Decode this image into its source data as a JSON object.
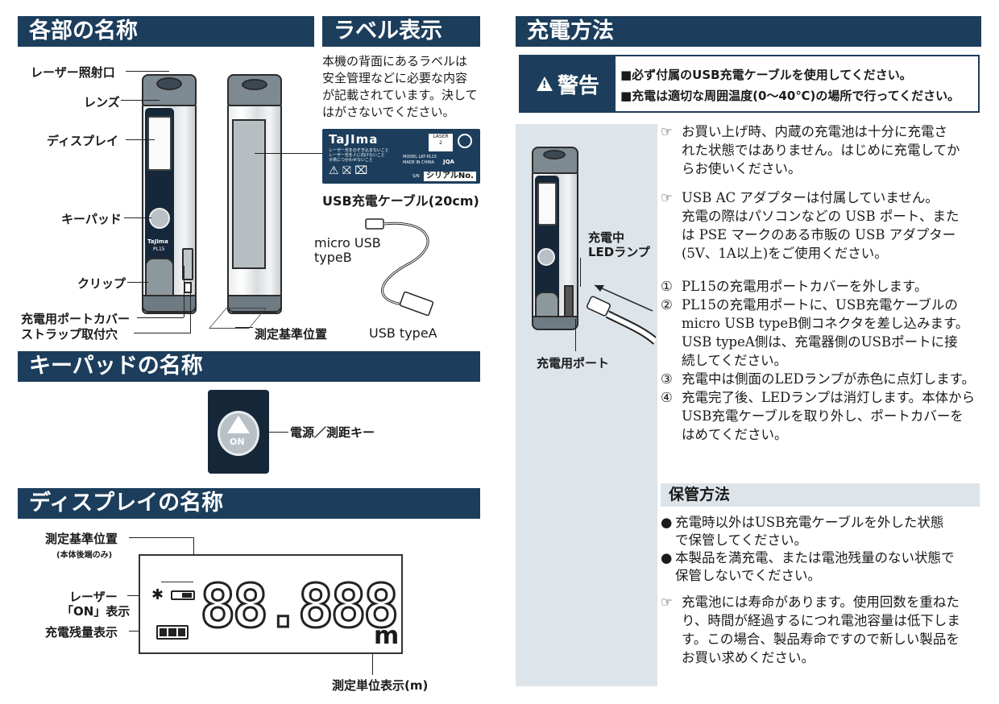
{
  "headers": {
    "parts": "各部の名称",
    "label": "ラベル表示",
    "charging": "充電方法",
    "keypad": "キーパッドの名称",
    "display": "ディスプレイの名称"
  },
  "parts": {
    "laser_port": "レーザー照射口",
    "lens": "レンズ",
    "display": "ディスプレイ",
    "keypad": "キーパッド",
    "clip": "クリップ",
    "port_cover": "充電用ポートカバー",
    "strap_hole": "ストラップ取付穴",
    "measure_ref": "測定基準位置"
  },
  "label_section": {
    "description_lines": [
      "本機の背面にあるラベルは",
      "安全管理などに必要な内容",
      "が記載されています。決して",
      "はがさないでください。"
    ],
    "card": {
      "brand": "TaJIma",
      "warning_small": [
        "レーザー光をのぞき込まないこと",
        "レーザー光を人に向けないこと",
        "子供につかわせないこと"
      ],
      "laser_class_label": "LASER",
      "laser_class": "2",
      "model": "MODEL LKT-PL15",
      "made_in": "MADE IN CHINA",
      "jqa": "JQA",
      "sn_label": "S/N",
      "sn_value": "シリアルNo."
    },
    "cable_title": "USB充電ケーブル(20cm)",
    "micro_usb": "micro USB",
    "type_b": "typeB",
    "usb_type_a": "USB typeA"
  },
  "device_text": {
    "brand": "TaJIma",
    "model": "PL15",
    "on": "ON"
  },
  "keypad": {
    "power_key": "電源／測距キー",
    "on": "ON"
  },
  "display_section": {
    "measure_ref": "測定基準位置",
    "measure_ref_note": "(本体後端のみ)",
    "laser_on_line1": "レーザー",
    "laser_on_line2": "「ON」表示",
    "battery": "充電残量表示",
    "unit": "測定単位表示(m)",
    "digits": "88.888",
    "unit_symbol": "m"
  },
  "charging": {
    "warning_tag": "警告",
    "warning_lines": [
      "■必ず付属のUSB充電ケーブルを使用してください。",
      "■充電は適切な周囲温度(0〜40℃)の場所で行ってください。"
    ],
    "charging_led_line1": "充電中",
    "charging_led_line2": "LEDランプ",
    "charge_port": "充電用ポート",
    "note1_lines": [
      "お買い上げ時、内蔵の充電池は十分に充電さ",
      "れた状態ではありません。はじめに充電してか",
      "らお使いください。"
    ],
    "note2_lines": [
      "USB AC アダプターは付属していません。",
      "充電の際はパソコンなどの USB ポート、また",
      "は PSE マークのある市販の USB アダプター",
      "(5V、1A以上)をご使用ください。"
    ],
    "steps": [
      {
        "num": "①",
        "lines": [
          "PL15の充電用ポートカバーを外します。"
        ]
      },
      {
        "num": "②",
        "lines": [
          "PL15の充電用ポートに、USB充電ケーブルの",
          "micro USB typeB側コネクタを差し込みます。",
          "USB typeA側は、充電器側のUSBポートに接",
          "続してください。"
        ]
      },
      {
        "num": "③",
        "lines": [
          "充電中は側面のLEDランプが赤色に点灯します。"
        ]
      },
      {
        "num": "④",
        "lines": [
          "充電完了後、LEDランプは消灯します。本体から",
          "USB充電ケーブルを取り外し、ポートカバーを",
          "はめてください。"
        ]
      }
    ],
    "storage_title": "保管方法",
    "storage_items": [
      {
        "mark": "●",
        "lines": [
          "充電時以外はUSB充電ケーブルを外した状態",
          "で保管してください。"
        ]
      },
      {
        "mark": "●",
        "lines": [
          "本製品を満充電、または電池残量のない状態で",
          "保管しないでください。"
        ]
      }
    ],
    "note3_lines": [
      "充電池には寿命があります。使用回数を重ねた",
      "り、時間が経過するにつれ電池容量は低下しま",
      "す。この場合、製品寿命ですので新しい製品を",
      "お買い求めください。"
    ],
    "hand_mark": "☞"
  }
}
